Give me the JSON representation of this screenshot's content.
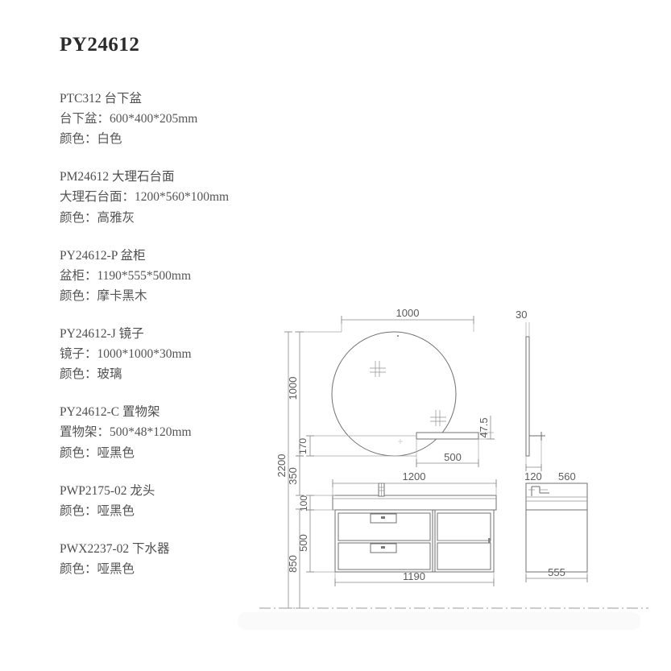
{
  "title": "PY24612",
  "spec_blocks": [
    {
      "id": "undercounter-basin",
      "lines": [
        "PTC312 台下盆",
        "台下盆：600*400*205mm",
        "颜色：白色"
      ]
    },
    {
      "id": "marble-countertop",
      "lines": [
        "PM24612 大理石台面",
        "大理石台面：1200*560*100mm",
        "颜色：高雅灰"
      ]
    },
    {
      "id": "basin-cabinet",
      "lines": [
        "PY24612-P 盆柜",
        "盆柜：1190*555*500mm",
        "颜色：摩卡黑木"
      ]
    },
    {
      "id": "mirror",
      "lines": [
        "PY24612-J 镜子",
        "镜子：1000*1000*30mm",
        "颜色：玻璃"
      ]
    },
    {
      "id": "shelf",
      "lines": [
        "PY24612-C 置物架",
        "置物架：500*48*120mm",
        "颜色：哑黑色"
      ]
    },
    {
      "id": "faucet",
      "lines": [
        "PWP2175-02 龙头",
        "颜色：哑黑色"
      ]
    },
    {
      "id": "drain",
      "lines": [
        "PWX2237-02 下水器",
        "颜色：哑黑色"
      ]
    }
  ],
  "drawing": {
    "dimensions": {
      "mirror_width": "1000",
      "mirror_height": "1000",
      "mirror_thickness": "30",
      "shelf_width": "500",
      "shelf_thickness": "47.5",
      "shelf_offset": "170",
      "countertop_width": "1200",
      "countertop_depth": "560",
      "countertop_thickness": "100",
      "cabinet_width": "1190",
      "cabinet_depth": "555",
      "cabinet_height": "500",
      "total_height": "2200",
      "mirror_gap": "350",
      "floor_to_cabinet": "850",
      "shelf_depth": "120"
    }
  },
  "colors": {
    "line": "#6b6b6b",
    "dim_line": "#8a8a8a",
    "text": "#555555",
    "title": "#2b2b2b"
  }
}
